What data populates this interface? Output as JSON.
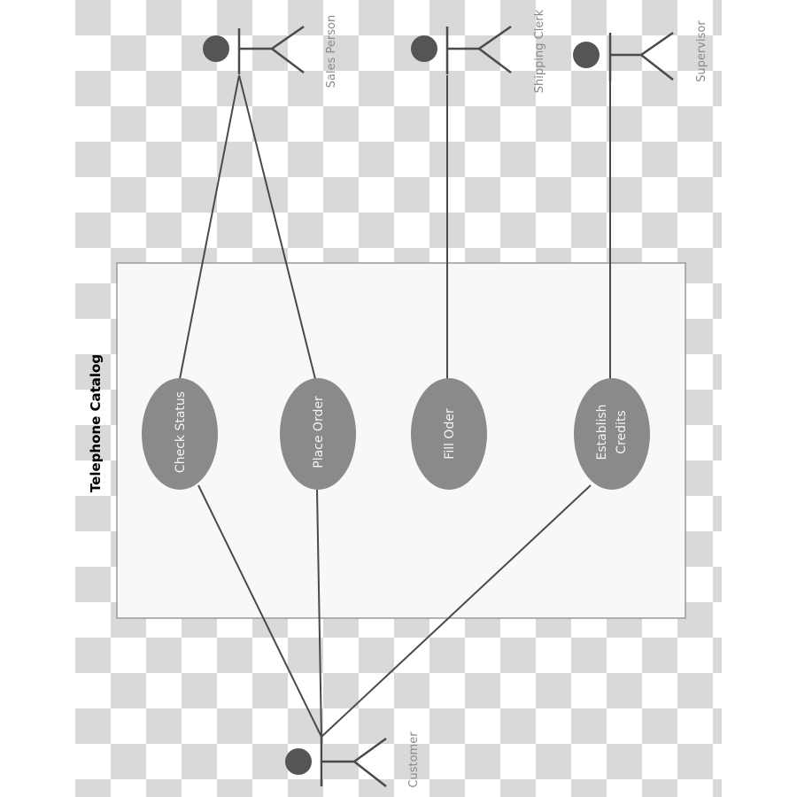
{
  "diagram": {
    "system_title": "Telephone Catalog",
    "actors": {
      "sales_person": "Sales Person",
      "shipping_clerk": "Shipping Clerk",
      "supervisor": "Supervisor",
      "customer": "Customer"
    },
    "use_cases": {
      "check_status": "Check Status",
      "place_order": "Place Order",
      "fill_order": "Fill Oder",
      "establish_credits_line1": "Establish",
      "establish_credits_line2": "Credits"
    },
    "colors": {
      "checker_light": "#ffffff",
      "checker_dark": "#d9d9d9",
      "system_fill": "#f8f8f8",
      "system_border": "#9a9a9a",
      "ellipse_fill": "#8a8a8a",
      "ellipse_text": "#f4f4f4",
      "line": "#4a4a4a",
      "actor_head": "#555555",
      "label": "#8a8a8a",
      "title": "#000000"
    }
  }
}
